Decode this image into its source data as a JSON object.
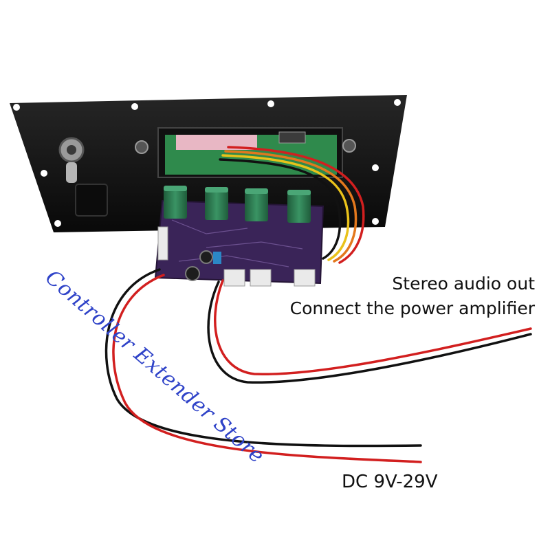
{
  "labels": {
    "line1": "Stereo audio out",
    "line2": "Connect the power amplifier",
    "power": "DC 9V-29V"
  },
  "watermark": "Controller Extender Store",
  "colors": {
    "panel": "#141414",
    "pcb_main": "#3a2458",
    "pcb_green": "#2f8a4c",
    "capacitor": "#2e7a50",
    "wire_red": "#d21f1f",
    "wire_black": "#111111",
    "wire_yellow": "#e9c21a",
    "wire_orange": "#e3781d",
    "watermark": "#2f43c8"
  }
}
